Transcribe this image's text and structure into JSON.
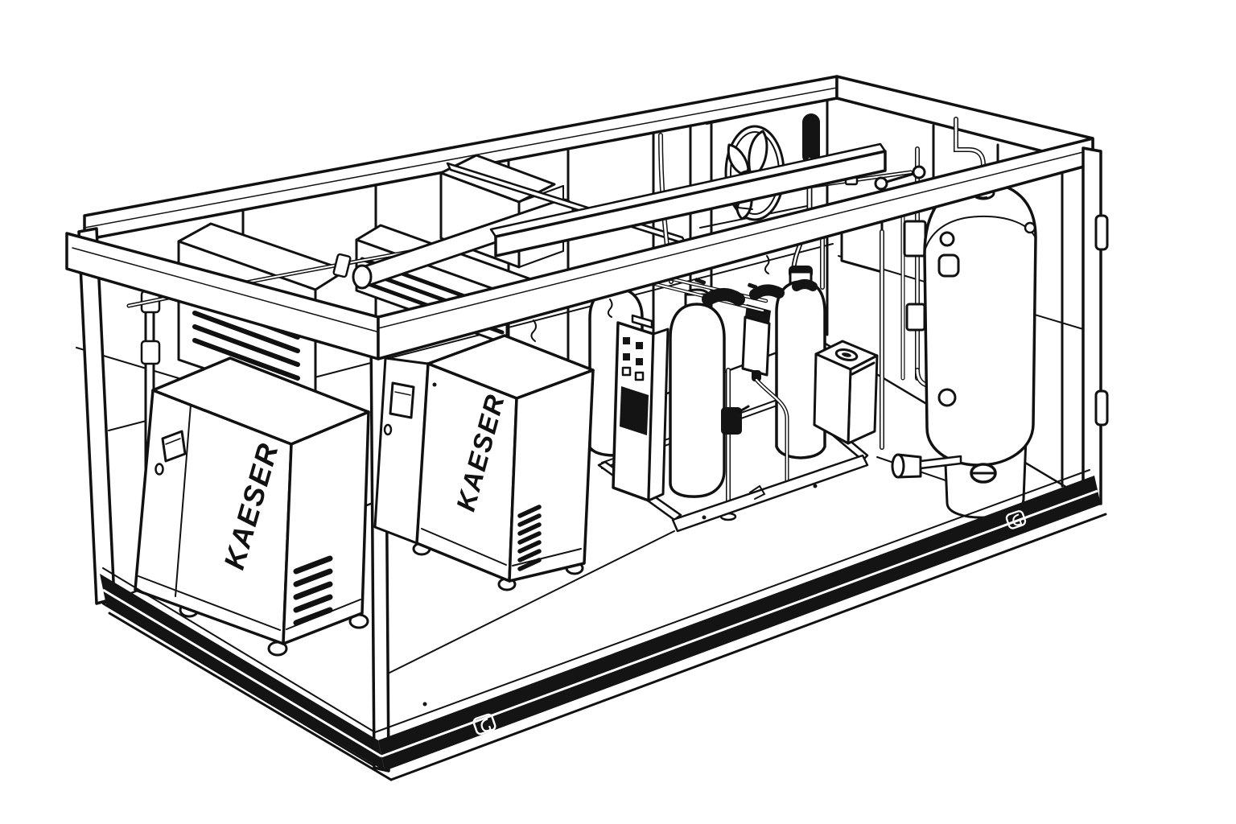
{
  "title": "Containerized compressed air station - isometric technical line drawing",
  "colors": {
    "background": "#ffffff",
    "line": "#111111",
    "skid_base": "#141414"
  },
  "branding": {
    "compressor_left_logo": "KAESER",
    "compressor_center_logo": "KAESER"
  },
  "components": [
    "container-frame",
    "skid-base",
    "rotary-screw-compressor-left",
    "rotary-screw-compressor-center",
    "refrigeration-dryer-towers",
    "dryer-control-cabinet",
    "air-filter",
    "condensate-separator-box",
    "vertical-air-receiver-tank",
    "ventilation-fan",
    "exhaust-silencer",
    "overhead-piping",
    "wall-louver-boxes",
    "drain-pipe"
  ]
}
